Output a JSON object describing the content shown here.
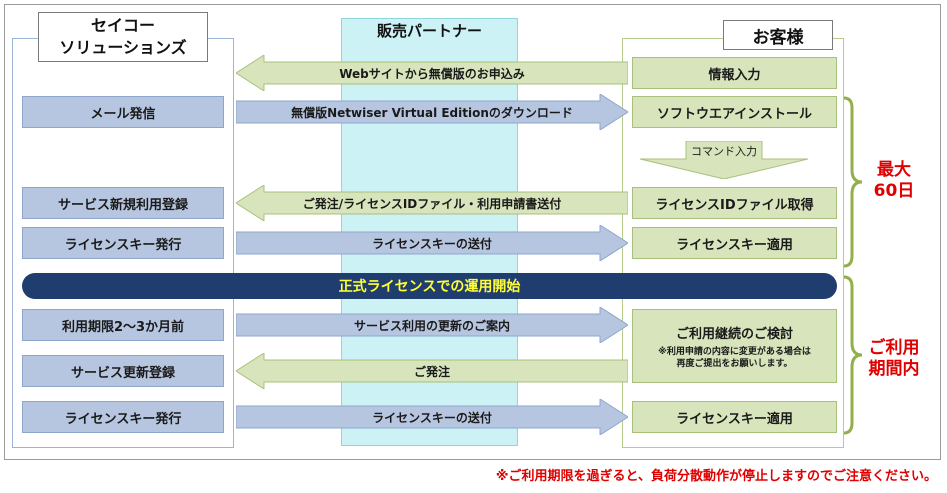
{
  "headers": {
    "left_line1": "セイコー",
    "left_line2": "ソリューションズ",
    "middle": "販売パートナー",
    "right": "お客様"
  },
  "left_boxes": [
    "メール発信",
    "サービス新規利用登録",
    "ライセンスキー発行",
    "利用期限2～3か月前",
    "サービス更新登録",
    "ライセンスキー発行"
  ],
  "right_boxes": [
    "情報入力",
    "ソフトウエアインストール",
    "ライセンスIDファイル取得",
    "ライセンスキー適用",
    "ライセンスキー適用"
  ],
  "review_box": {
    "title": "ご利用継続のご検討",
    "note_line1": "※利用申請の内容に変更がある場合は",
    "note_line2": "再度ご提出をお願いします。"
  },
  "arrows": [
    "Webサイトから無償版のお申込み",
    "無償版Netwiser Virtual Editionのダウンロード",
    "コマンド入力",
    "ご発注/ライセンスIDファイル・利用申請書送付",
    "ライセンスキーの送付",
    "サービス利用の更新のご案内",
    "ご発注",
    "ライセンスキーの送付"
  ],
  "banner": "正式ライセンスでの運用開始",
  "side_labels": {
    "max_line1": "最大",
    "max_line2": "60日",
    "period_line1": "ご利用",
    "period_line2": "期間内"
  },
  "footnote": "※ご利用期限を過ぎると、負荷分散動作が停止しますのでご注意ください。",
  "colors": {
    "left_box": "#b7c6e0",
    "right_box": "#d7e4bc",
    "partner_column": "#ccf2f6",
    "banner": "#1f3d6e",
    "banner_text": "#ffff33",
    "emphasis": "#e00000"
  }
}
